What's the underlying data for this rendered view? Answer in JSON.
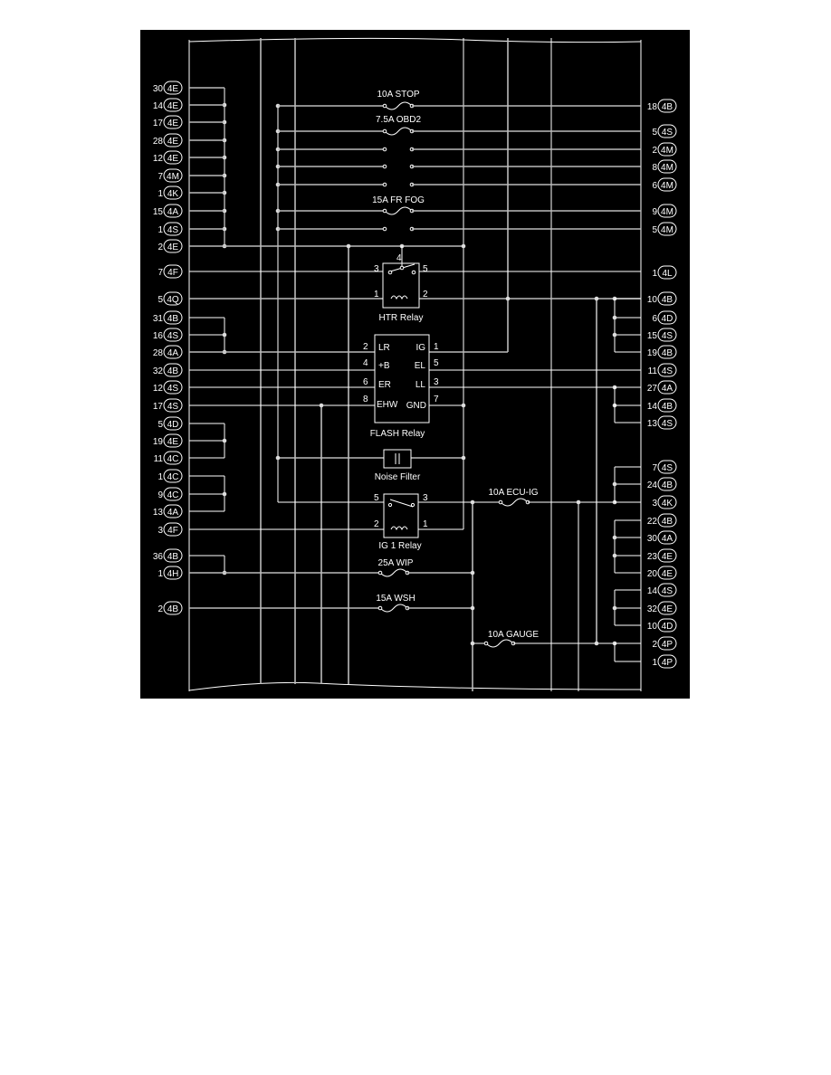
{
  "left_connectors": [
    {
      "pin": "30",
      "conn": "4E"
    },
    {
      "pin": "14",
      "conn": "4E"
    },
    {
      "pin": "17",
      "conn": "4E"
    },
    {
      "pin": "28",
      "conn": "4E"
    },
    {
      "pin": "12",
      "conn": "4E"
    },
    {
      "pin": "7",
      "conn": "4M"
    },
    {
      "pin": "1",
      "conn": "4K"
    },
    {
      "pin": "15",
      "conn": "4A"
    },
    {
      "pin": "1",
      "conn": "4S"
    },
    {
      "pin": "2",
      "conn": "4E"
    },
    {
      "pin": "7",
      "conn": "4F"
    },
    {
      "pin": "5",
      "conn": "4Q"
    },
    {
      "pin": "31",
      "conn": "4B"
    },
    {
      "pin": "16",
      "conn": "4S"
    },
    {
      "pin": "28",
      "conn": "4A"
    },
    {
      "pin": "32",
      "conn": "4B"
    },
    {
      "pin": "12",
      "conn": "4S"
    },
    {
      "pin": "17",
      "conn": "4S"
    },
    {
      "pin": "5",
      "conn": "4D"
    },
    {
      "pin": "19",
      "conn": "4E"
    },
    {
      "pin": "11",
      "conn": "4C"
    },
    {
      "pin": "1",
      "conn": "4C"
    },
    {
      "pin": "9",
      "conn": "4C"
    },
    {
      "pin": "13",
      "conn": "4A"
    },
    {
      "pin": "3",
      "conn": "4F"
    },
    {
      "pin": "36",
      "conn": "4B"
    },
    {
      "pin": "1",
      "conn": "4H"
    },
    {
      "pin": "2",
      "conn": "4B"
    }
  ],
  "right_connectors": [
    {
      "pin": "18",
      "conn": "4B"
    },
    {
      "pin": "5",
      "conn": "4S"
    },
    {
      "pin": "2",
      "conn": "4M"
    },
    {
      "pin": "8",
      "conn": "4M"
    },
    {
      "pin": "6",
      "conn": "4M"
    },
    {
      "pin": "9",
      "conn": "4M"
    },
    {
      "pin": "5",
      "conn": "4M"
    },
    {
      "pin": "1",
      "conn": "4L"
    },
    {
      "pin": "10",
      "conn": "4B"
    },
    {
      "pin": "6",
      "conn": "4D"
    },
    {
      "pin": "15",
      "conn": "4S"
    },
    {
      "pin": "19",
      "conn": "4B"
    },
    {
      "pin": "11",
      "conn": "4S"
    },
    {
      "pin": "27",
      "conn": "4A"
    },
    {
      "pin": "14",
      "conn": "4B"
    },
    {
      "pin": "13",
      "conn": "4S"
    },
    {
      "pin": "7",
      "conn": "4S"
    },
    {
      "pin": "24",
      "conn": "4B"
    },
    {
      "pin": "3",
      "conn": "4K"
    },
    {
      "pin": "22",
      "conn": "4B"
    },
    {
      "pin": "30",
      "conn": "4A"
    },
    {
      "pin": "23",
      "conn": "4E"
    },
    {
      "pin": "20",
      "conn": "4E"
    },
    {
      "pin": "14",
      "conn": "4S"
    },
    {
      "pin": "32",
      "conn": "4E"
    },
    {
      "pin": "10",
      "conn": "4D"
    },
    {
      "pin": "2",
      "conn": "4P"
    },
    {
      "pin": "1",
      "conn": "4P"
    }
  ],
  "fuses": {
    "stop": "10A STOP",
    "obd2": "7.5A OBD2",
    "frfog": "15A FR FOG",
    "ecuig": "10A ECU-IG",
    "wip": "25A WIP",
    "wsh": "15A WSH",
    "gauge": "10A GAUGE"
  },
  "htr_relay": {
    "label": "HTR Relay",
    "pins": [
      "4",
      "3",
      "5",
      "1",
      "2"
    ]
  },
  "flash_relay": {
    "label": "FLASH Relay",
    "left_pins": [
      {
        "num": "2",
        "name": "LR"
      },
      {
        "num": "4",
        "name": "+B"
      },
      {
        "num": "6",
        "name": "ER"
      },
      {
        "num": "8",
        "name": "EHW"
      }
    ],
    "right_pins": [
      {
        "num": "1",
        "name": "IG"
      },
      {
        "num": "5",
        "name": "EL"
      },
      {
        "num": "3",
        "name": "LL"
      },
      {
        "num": "7",
        "name": "GND"
      }
    ]
  },
  "noise_filter": {
    "label": "Noise Filter"
  },
  "ig1_relay": {
    "label": "IG 1 Relay",
    "pins": [
      "5",
      "3",
      "2",
      "1"
    ]
  }
}
